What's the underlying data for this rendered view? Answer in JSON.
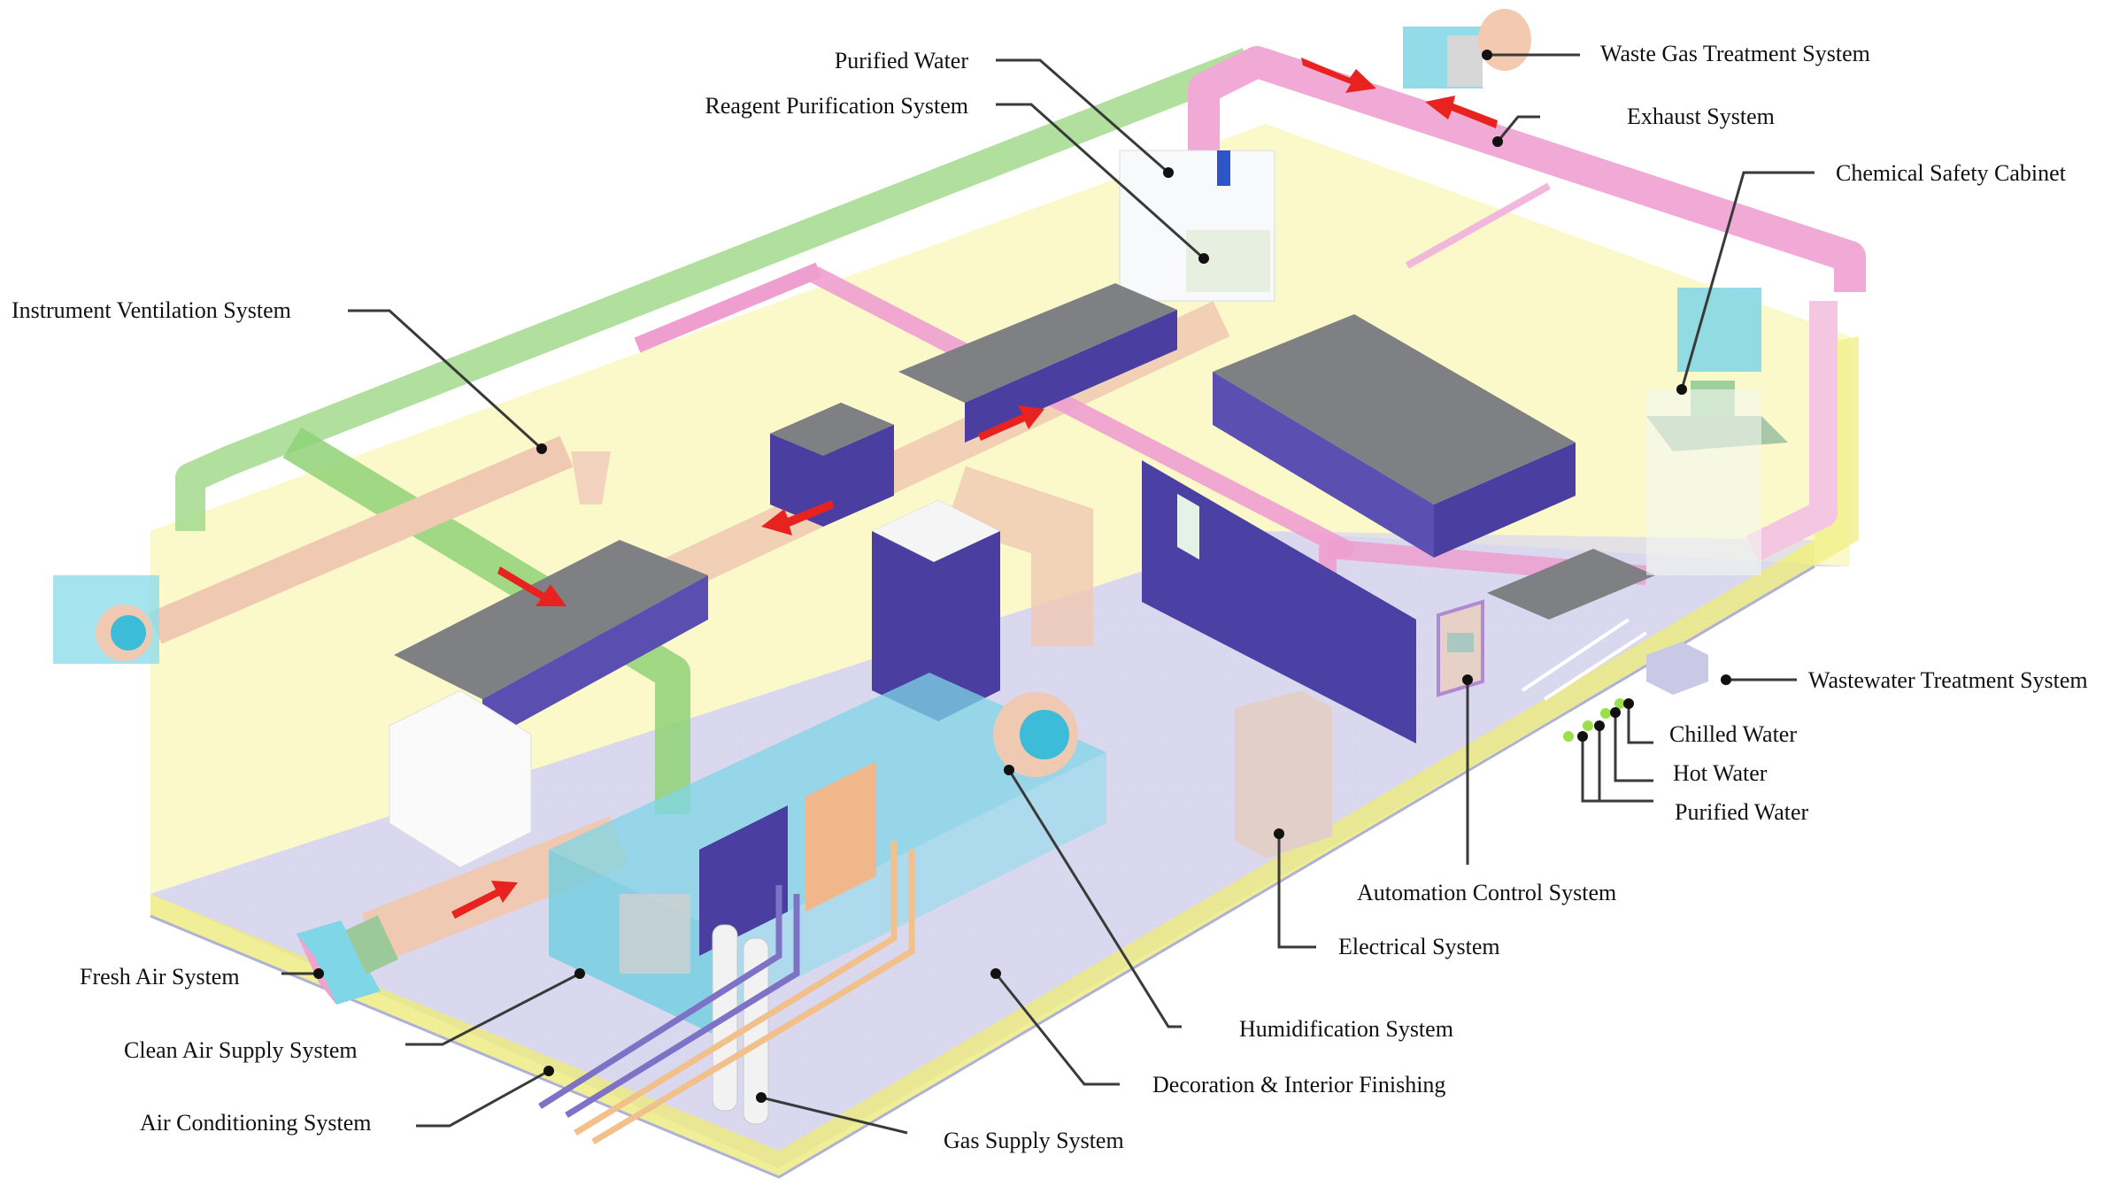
{
  "diagram": {
    "title": "Laboratory Engineering Systems",
    "colors": {
      "wall": "#fbf7b8",
      "wall_edge": "#eeea7a",
      "floor": "#d9d8ef",
      "floor_edge": "#b8b7dc",
      "exhaust_duct": "#f1a9d6",
      "ventilation_duct": "#9fd88a",
      "supply_duct": "#f0c9b2",
      "ahu_cyan": "#7fd6e6",
      "cabinet_blue": "#4a3fa0",
      "countertop": "#7e8083",
      "flow_arrow": "#e8231f",
      "chilled_pipe": "#7e72c6",
      "hot_pipe": "#f2c08a"
    },
    "labels": [
      {
        "id": "purified-water-top",
        "text": "Purified Water"
      },
      {
        "id": "reagent-purification",
        "text": "Reagent Purification System"
      },
      {
        "id": "waste-gas",
        "text": "Waste Gas Treatment System"
      },
      {
        "id": "exhaust",
        "text": "Exhaust System"
      },
      {
        "id": "chemical-cabinet",
        "text": "Chemical Safety Cabinet"
      },
      {
        "id": "instrument-ventilation",
        "text": "Instrument Ventilation System"
      },
      {
        "id": "wastewater",
        "text": "Wastewater Treatment System"
      },
      {
        "id": "chilled-water",
        "text": "Chilled Water"
      },
      {
        "id": "hot-water",
        "text": "Hot Water"
      },
      {
        "id": "purified-water-bottom",
        "text": "Purified Water"
      },
      {
        "id": "automation-control",
        "text": "Automation Control System"
      },
      {
        "id": "electrical",
        "text": "Electrical System"
      },
      {
        "id": "humidification",
        "text": "Humidification System"
      },
      {
        "id": "decoration",
        "text": "Decoration & Interior Finishing"
      },
      {
        "id": "gas-supply",
        "text": "Gas Supply System"
      },
      {
        "id": "fresh-air",
        "text": "Fresh Air System"
      },
      {
        "id": "clean-air-supply",
        "text": "Clean Air Supply System"
      },
      {
        "id": "air-conditioning",
        "text": "Air Conditioning System"
      }
    ]
  }
}
